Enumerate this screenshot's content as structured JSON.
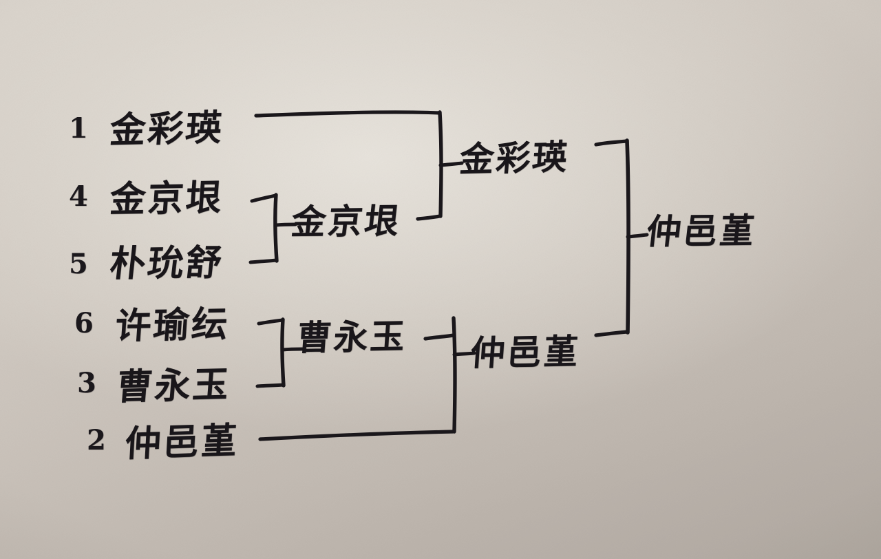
{
  "document": {
    "kind": "handwritten-tournament-bracket",
    "medium": "black ink on paper",
    "paper_color": "#d2cbc3",
    "ink_color": "#19161a",
    "title": ""
  },
  "rounds": {
    "round1": {
      "label": "",
      "entries": [
        {
          "seed": "1",
          "name": "金彩瑛"
        },
        {
          "seed": "4",
          "name": "金京垠"
        },
        {
          "seed": "5",
          "name": "朴玧舒"
        },
        {
          "seed": "6",
          "name": "许瑜纭"
        },
        {
          "seed": "3",
          "name": "曹永玉"
        },
        {
          "seed": "2",
          "name": "仲邑堇"
        }
      ]
    },
    "round2": {
      "label": "",
      "winners": [
        {
          "name": "金京垠"
        },
        {
          "name": "曹永玉"
        }
      ]
    },
    "semifinals": {
      "label": "",
      "winners": [
        {
          "name": "金彩瑛"
        },
        {
          "name": "仲邑堇"
        }
      ]
    },
    "final": {
      "label": "",
      "champion": {
        "name": "仲邑堇"
      }
    }
  }
}
